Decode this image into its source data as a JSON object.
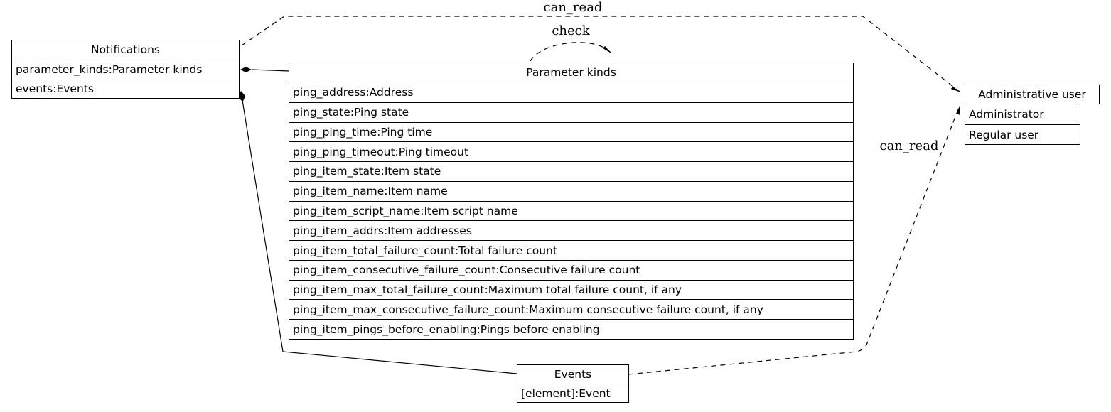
{
  "nodes": {
    "notifications": {
      "title": "Notifications",
      "rows": [
        "parameter_kinds:Parameter kinds",
        "events:Events"
      ]
    },
    "parameter_kinds": {
      "title": "Parameter kinds",
      "rows": [
        "ping_address:Address",
        "ping_state:Ping state",
        "ping_ping_time:Ping time",
        "ping_ping_timeout:Ping timeout",
        "ping_item_state:Item state",
        "ping_item_name:Item name",
        "ping_item_script_name:Item script name",
        "ping_item_addrs:Item addresses",
        "ping_item_total_failure_count:Total failure count",
        "ping_item_consecutive_failure_count:Consecutive failure count",
        "ping_item_max_total_failure_count:Maximum total failure count, if any",
        "ping_item_max_consecutive_failure_count:Maximum consecutive failure count, if any",
        "ping_item_pings_before_enabling:Pings before enabling"
      ]
    },
    "administrative_user": {
      "title": "Administrative user",
      "rows": [
        "Administrator",
        "Regular user"
      ]
    },
    "events": {
      "title": "Events",
      "rows": [
        "[element]:Event"
      ]
    }
  },
  "edge_labels": {
    "can_read_top": "can_read",
    "check": "check",
    "can_read_bottom": "can_read"
  },
  "colors": {
    "line": "#000000",
    "background": "#ffffff",
    "text": "#000000"
  }
}
